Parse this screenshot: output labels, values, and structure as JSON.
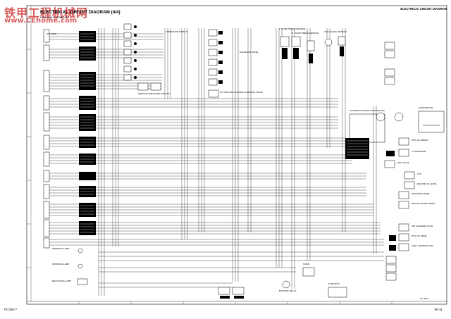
{
  "watermark": {
    "line1": "铁甲工程机械网",
    "line2": "www.CEhome.com"
  },
  "header": {
    "title": "ELECTRICAL CIRCUIT DIAGRAM (4/4)",
    "subtitle": "FOR MULTI MONITOR",
    "section": "ELECTRICAL CIRCUIT DIAGRAM"
  },
  "footer": {
    "model": "PC300-7",
    "page": "90-11"
  },
  "blocks": {
    "pressure_switch": "PRESSURE SWITCH",
    "solenoid_valve": "SOLENOID VALVE",
    "service_pressure": "SERVICE PRESSURE SWITCH",
    "att_return": "ATT RETURN CHANGE SOLENOID VALVE",
    "fuel_level": "FUEL LEVEL SENSOR",
    "pump_pressure_f": "F. PUMP PRESS SENSOR",
    "pump_pressure_r": "R. PUMP PRESS SENSOR",
    "governor": "GOVERNOR PUMP CONTROLLER",
    "alt": "ALTERNATOR",
    "kit_labels": [
      "KIT LAMP",
      "WORKING LAMP",
      "WORKING LAMP",
      "REVOLVING LAMP"
    ],
    "battery_relay": "BATTERY RELAY",
    "fuse_box": "FUSE BOX",
    "horn": "HORN",
    "right_labels": [
      "PPC OIL PRESS",
      "LS SOLENOID",
      "EPC VALVE",
      "TVC",
      "ENGINE OIL LEVEL",
      "RADIATOR LEVEL",
      "ENGINE WATER TEMP",
      "AIR CLEANER CLOG",
      "HYD OIL TEMP",
      "FUEL CONTROL DIAL"
    ],
    "drawing_no": "SL-001-4"
  }
}
